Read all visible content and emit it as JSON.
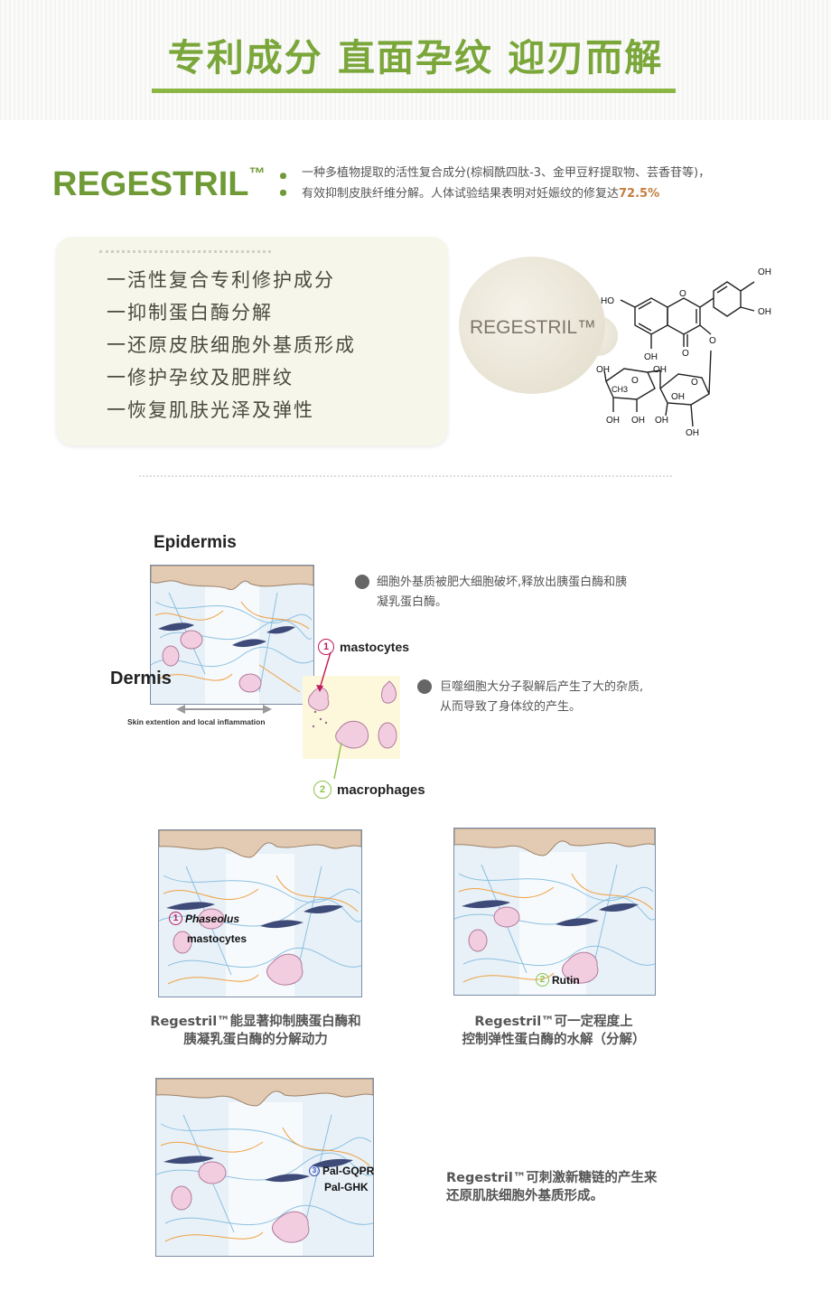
{
  "header": {
    "title": "专利成分 直面孕纹 迎刃而解"
  },
  "intro": {
    "brand": "REGESTRIL",
    "tm": "™",
    "colon": "：",
    "line1": "一种多植物提取的活性复合成分(棕榈酰四肽-3、金甲豆籽提取物、芸香苷等)，",
    "line2_prefix": "有效抑制皮肤纤维分解。人体试验结果表明对妊娠纹的修复达",
    "line2_highlight": "72.5%"
  },
  "features": [
    "一活性复合专利修护成分",
    "一抑制蛋白酶分解",
    "一还原皮肤细胞外基质形成",
    "一修护孕纹及肥胖纹",
    "一恢复肌肤光泽及弹性"
  ],
  "bubble_label": "REGESTRIL™",
  "molecule": {
    "labels": [
      "OH",
      "OH",
      "HO",
      "O",
      "O",
      "OH",
      "O",
      "O",
      "OH",
      "CH3",
      "O",
      "OH",
      "OH",
      "OH",
      "OH",
      "OH",
      "OH"
    ]
  },
  "diagram1": {
    "epidermis": "Epidermis",
    "dermis": "Dermis",
    "skin_note": "Skin extention and local inflammation",
    "mastocytes_num": "1",
    "mastocytes": "mastocytes",
    "macrophages_num": "2",
    "macrophages": "macrophages",
    "note1_line1": "细胞外基质被肥大细胞破坏,释放出胰蛋白酶和胰",
    "note1_line2": "凝乳蛋白酶。",
    "note2_line1": "巨噬细胞大分子裂解后产生了大的杂质,",
    "note2_line2": "从而导致了身体纹的产生。"
  },
  "panel_a": {
    "num": "1",
    "label1": "Phaseolus",
    "label2": "mastocytes",
    "caption_line1": "Regestril™能显著抑制胰蛋白酶和",
    "caption_line2": "胰凝乳蛋白酶的分解动力"
  },
  "panel_b": {
    "num": "2",
    "label": "Rutin",
    "caption_line1": "Regestril™可一定程度上",
    "caption_line2": "控制弹性蛋白酶的水解（分解）"
  },
  "panel_c": {
    "num": "3",
    "label1": "Pal-GQPR",
    "label2": "Pal-GHK",
    "caption_line1": "Regestril™可刺激新糖链的产生来",
    "caption_line2": "还原肌肤细胞外基质形成。"
  },
  "colors": {
    "title_green": "#7aa63a",
    "brand_green": "#6f9a35",
    "highlight_orange": "#c47e3e",
    "mastocyte_pink": "#c2185b",
    "macrophage_green": "#8bc34a"
  }
}
